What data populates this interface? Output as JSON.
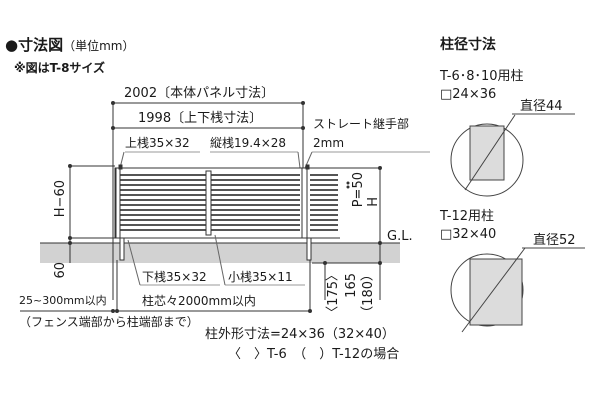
{
  "header": {
    "title": "●寸法図",
    "unit": "（単位mm）",
    "note": "※図はT-8サイズ"
  },
  "dimensions": {
    "panel_width": "2002〔本体パネル寸法〕",
    "rail_width": "1998〔上下桟寸法〕",
    "top_rail": "上桟35×32",
    "vertical_rail": "縦桟19.4×28",
    "joint_line1": "ストレート継手部",
    "joint_line2": "2mm",
    "pitch": "P=50",
    "height": "H",
    "gl": "G.L.",
    "h_minus": "H−60",
    "embed": "60",
    "bottom_rail": "下桟35×32",
    "small_rail": "小桟35×11",
    "post_span": "柱芯々2000mm以内",
    "end_span": "25~300mm以内",
    "end_span_note": "（フェンス端部から柱端部まで）",
    "depth_t6": "〈175〉",
    "depth_t8": "165",
    "depth_t12": "（180）",
    "post_size_line1": "柱外形寸法=24×36（32×40）",
    "post_size_line2": "〈　〉T-6　（　）T-12の場合"
  },
  "post_diameter": {
    "title": "柱径寸法",
    "posts": [
      {
        "label": "T-6･8･10用柱",
        "size": "□24×36",
        "diameter": "直径44"
      },
      {
        "label": "T-12用柱",
        "size": "□32×40",
        "diameter": "直径52"
      }
    ]
  },
  "colors": {
    "line": "#333333",
    "ground": "#d2d2d2",
    "post_fill": "#dcdcdc",
    "slat": "#555555"
  }
}
